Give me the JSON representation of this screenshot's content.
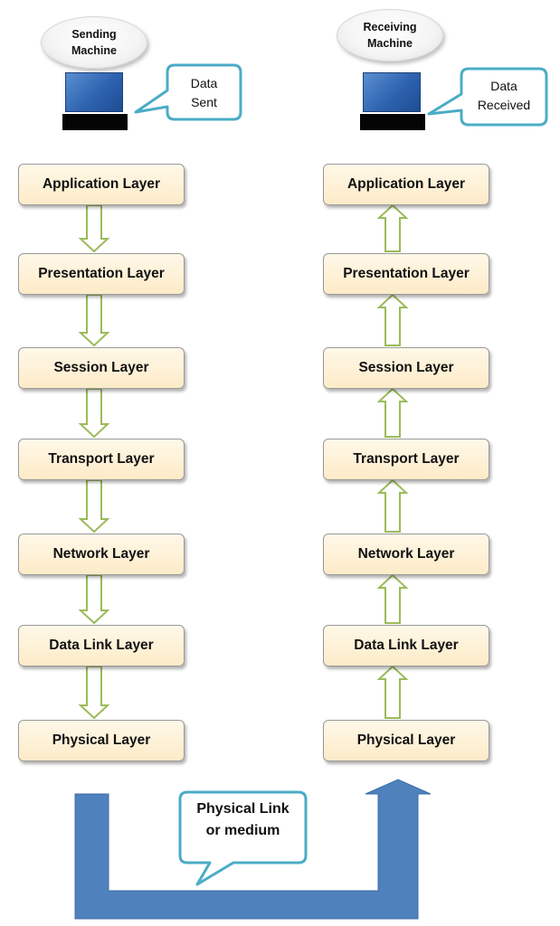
{
  "sender": {
    "machine_label": "Sending\nMachine",
    "callout": "Data\nSent"
  },
  "receiver": {
    "machine_label": "Receiving\nMachine",
    "callout": "Data\nReceived"
  },
  "layers": [
    "Application Layer",
    "Presentation Layer",
    "Session Layer",
    "Transport Layer",
    "Network Layer",
    "Data Link Layer",
    "Physical Layer"
  ],
  "medium_callout": "Physical Link\nor medium",
  "colors": {
    "layer_fill": "#fdebc8",
    "hollow_arrow_stroke": "#9bbb59",
    "medium_arrow": "#4f81bd",
    "callout_border": "#4bacc6",
    "monitor": "#2e63b0",
    "keyboard": "#050505"
  }
}
